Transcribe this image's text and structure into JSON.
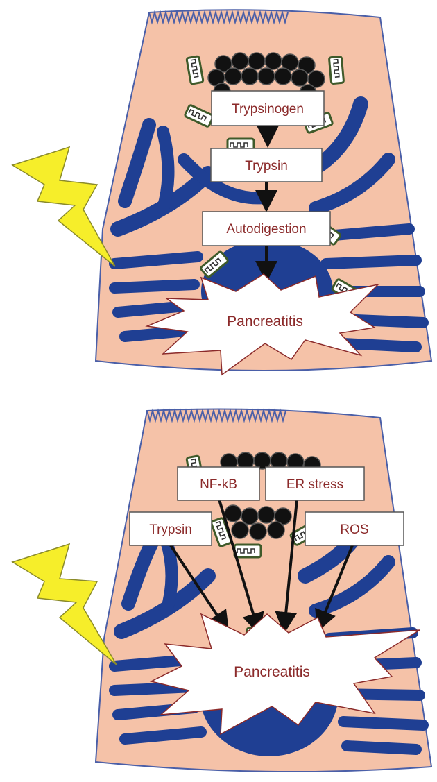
{
  "top_panel": {
    "steps": [
      "Trypsinogen",
      "Trypsin",
      "Autodigestion"
    ],
    "outcome": "Pancreatitis"
  },
  "bottom_panel": {
    "factors": {
      "nfkb": "NF-kB",
      "er_stress": "ER stress",
      "trypsin": "Trypsin",
      "ros": "ROS"
    },
    "outcome": "Pancreatitis"
  },
  "colors": {
    "cell_fill": "#f5c2a8",
    "cell_outline": "#4a5fa8",
    "organelle": "#1f3f93",
    "granule": "#111111",
    "lightning": "#f6ee2a",
    "label_text": "#8b2a2a",
    "arrow": "#111111"
  }
}
